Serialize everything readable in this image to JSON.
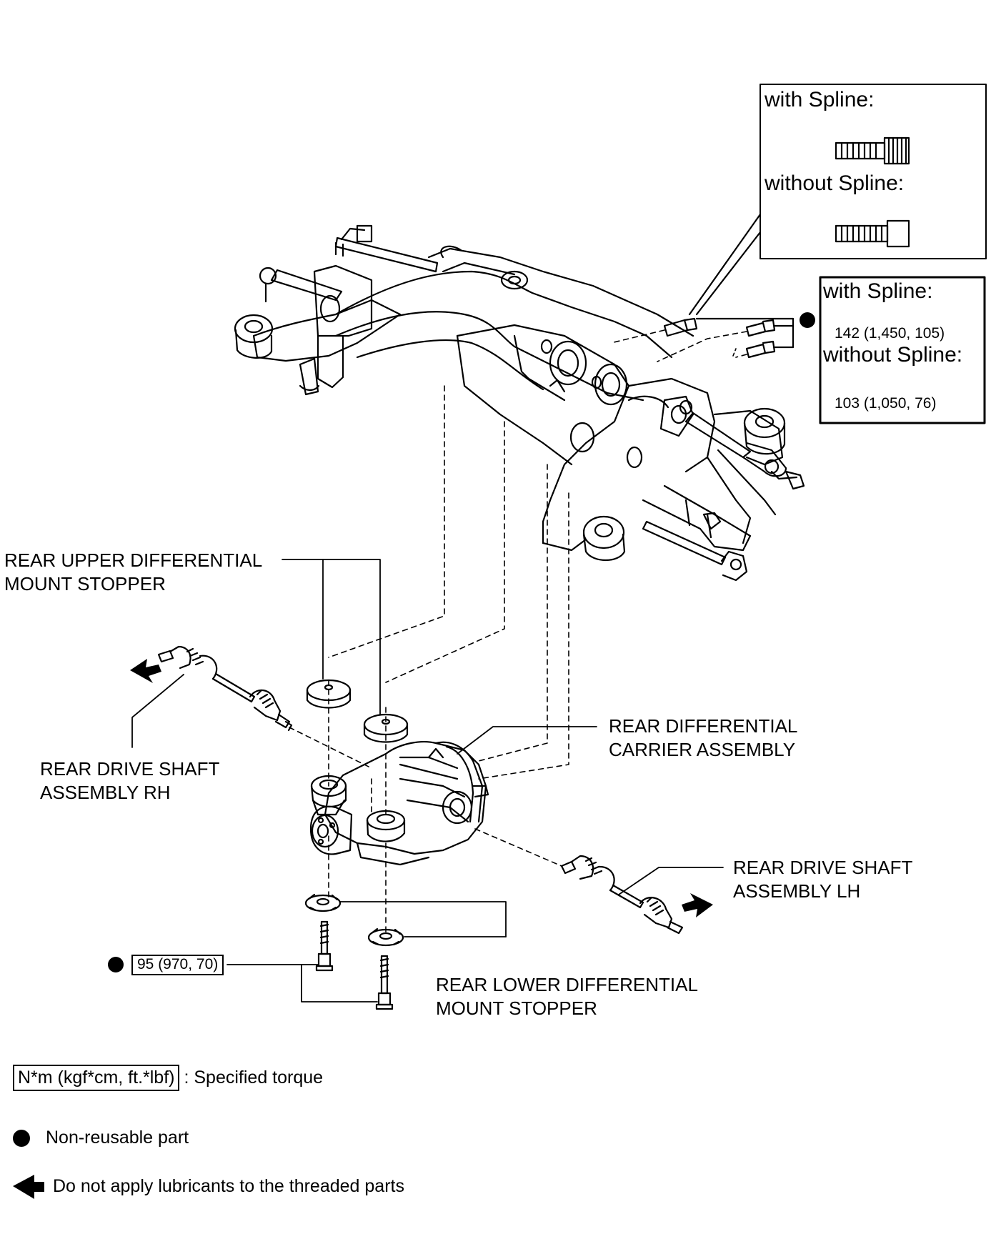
{
  "spline_detail": {
    "with_label": "with Spline:",
    "without_label": "without Spline:"
  },
  "torque_box": {
    "with_label": "with Spline:",
    "with_value": "142 (1,450, 105)",
    "without_label": "without Spline:",
    "without_value": "103 (1,050, 76)"
  },
  "labels": {
    "upper_stopper": [
      "REAR UPPER DIFFERENTIAL",
      "MOUNT STOPPER"
    ],
    "carrier": [
      "REAR DIFFERENTIAL",
      "CARRIER ASSEMBLY"
    ],
    "shaft_rh": [
      "REAR DRIVE SHAFT",
      "ASSEMBLY RH"
    ],
    "shaft_lh": [
      "REAR DRIVE SHAFT",
      "ASSEMBLY LH"
    ],
    "lower_stopper": [
      "REAR LOWER DIFFERENTIAL",
      "MOUNT STOPPER"
    ]
  },
  "lower_bolt_torque": "95 (970, 70)",
  "legend": {
    "torque_unit": "N*m (kgf*cm, ft.*lbf)",
    "torque_desc": ": Specified torque",
    "non_reusable": "Non-reusable part",
    "no_lubricant": "Do not apply lubricants to the threaded parts"
  },
  "colors": {
    "ink": "#000000",
    "paper": "#ffffff"
  }
}
